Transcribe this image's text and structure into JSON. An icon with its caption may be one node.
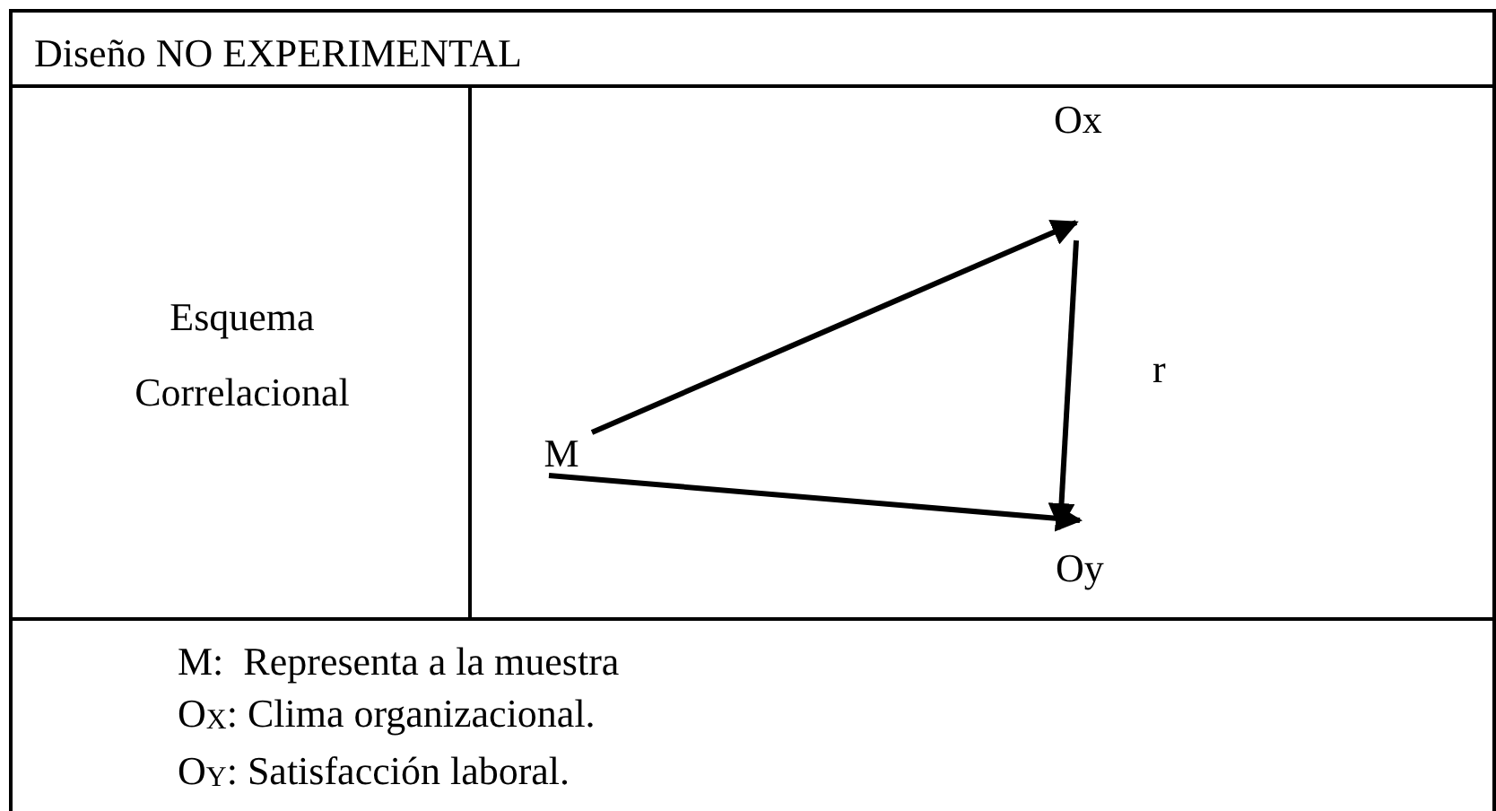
{
  "diagram": {
    "nodes": [
      {
        "text": [
          "M"
        ]
      },
      {
        "text": [
          "Ox"
        ]
      },
      {
        "text": [
          "Oy"
        ]
      }
    ],
    "edges": [
      {
        "from": 0,
        "to": 1,
        "arrow": "to"
      },
      {
        "from": 0,
        "to": 2,
        "arrow": "to"
      },
      {
        "from": 1,
        "to": 2,
        "arrow": "to",
        "label": "r"
      }
    ],
    "labels": [
      "Diseño NO EXPERIMENTAL",
      "Esquema Correlacional",
      "M:  Representa a la muestra",
      "O$_{X}$: Clima organizacional.",
      "O$_{Y}$: Satisfacción laboral."
    ]
  }
}
